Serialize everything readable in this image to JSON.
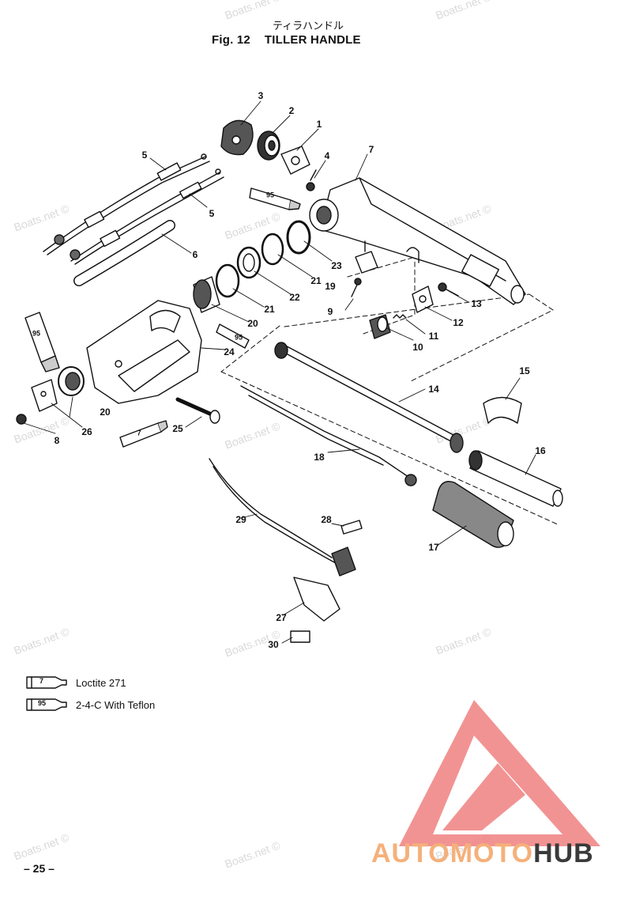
{
  "header": {
    "title_jp": "ティラハンドル",
    "fig_no": "Fig. 12",
    "fig_title": "TILLER HANDLE"
  },
  "callouts": {
    "p1": "1",
    "p2": "2",
    "p3": "3",
    "p4": "4",
    "p5a": "5",
    "p5b": "5",
    "p6": "6",
    "p7": "7",
    "p8": "8",
    "p9": "9",
    "p10": "10",
    "p11": "11",
    "p12": "12",
    "p13": "13",
    "p14": "14",
    "p15": "15",
    "p16": "16",
    "p17": "17",
    "p18": "18",
    "p19": "19",
    "p20a": "20",
    "p20b": "20",
    "p21a": "21",
    "p21b": "21",
    "p22": "22",
    "p23": "23",
    "p24": "24",
    "p25": "25",
    "p26": "26",
    "p27": "27",
    "p28": "28",
    "p29": "29",
    "p30": "30"
  },
  "tube_marks": {
    "t95_top": "95",
    "t95_left": "95",
    "t95_small": "95",
    "t7_bottom": "7"
  },
  "legend": [
    {
      "tube": "7",
      "text": "Loctite 271"
    },
    {
      "tube": "95",
      "text": "2-4-C  With Teflon"
    }
  ],
  "watermark": "Boats.net ©",
  "page_number": "– 25 –",
  "brand": {
    "part1": "AUTOMOTO",
    "part2": "HUB",
    "color1": "#f5b07a",
    "color2": "#3a3a3a",
    "logo_color": "#f08080"
  }
}
